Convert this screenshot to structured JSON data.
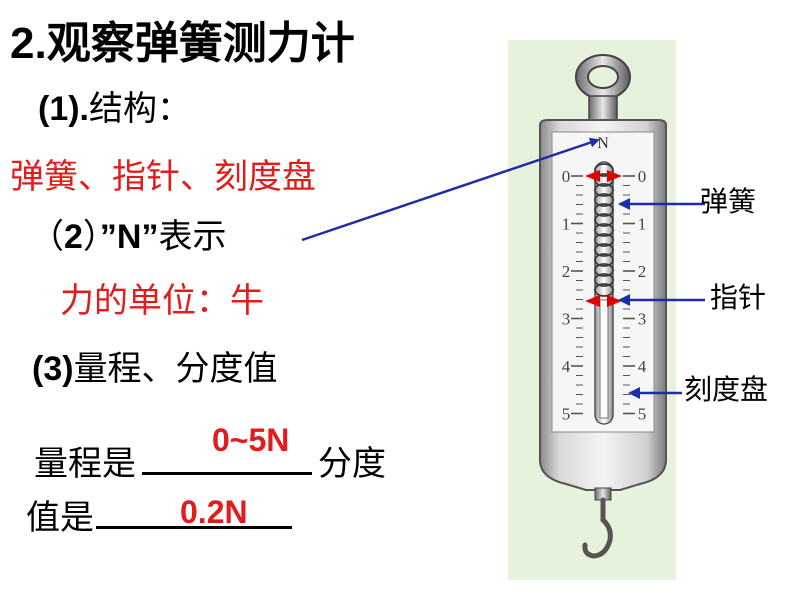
{
  "slide": {
    "title_num": "2.",
    "title_text": "观察弹簧测力计",
    "section1_num": "(1).",
    "section1_text": "结构：",
    "parts_answer": "弹簧、指针、刻度盘",
    "section2_prefix": "（",
    "section2_num": "2",
    "section2_mid": "）",
    "section2_quote": "”N”",
    "section2_text": "表示",
    "unit_answer": "力的单位：牛",
    "section3_num": "(3)",
    "section3_text": "量程、分度值",
    "range_prefix": "量程是",
    "range_answer": "0~5N",
    "division_suffix": "分度",
    "division_prefix": "值是",
    "division_answer": "0.2N"
  },
  "diagram": {
    "top_letter": "N",
    "scale_left": [
      "0",
      "1",
      "2",
      "3",
      "4",
      "5"
    ],
    "scale_right": [
      "0",
      "1",
      "2",
      "3",
      "4",
      "5"
    ],
    "label_spring": "弹簧",
    "label_pointer": "指针",
    "label_dial": "刻度盘"
  },
  "colors": {
    "answer": "#e21b1b",
    "arrow": "#1b2ea6",
    "panel": "#e6f2dc",
    "red_arrow": "#e00000"
  }
}
